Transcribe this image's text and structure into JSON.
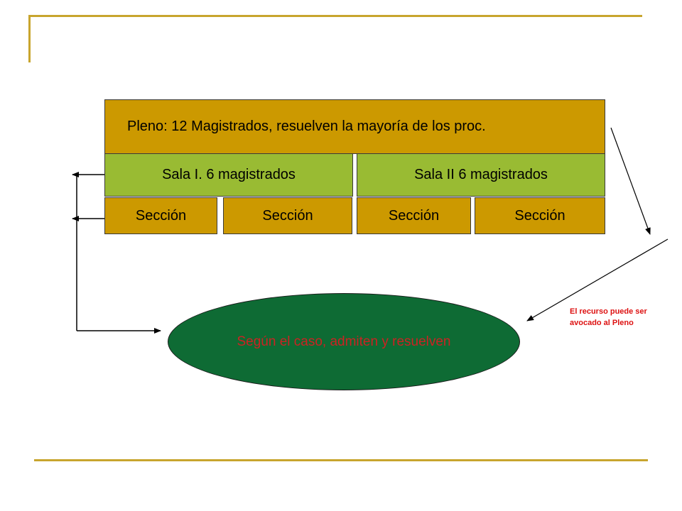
{
  "pleno": {
    "label": "Pleno: 12 Magistrados, resuelven la mayoría de los proc."
  },
  "salas": [
    {
      "label": "Sala I. 6 magistrados"
    },
    {
      "label": "Sala II 6 magistrados"
    }
  ],
  "secciones": [
    {
      "label": "Sección"
    },
    {
      "label": "Sección"
    },
    {
      "label": "Sección"
    },
    {
      "label": "Sección"
    }
  ],
  "ellipse": {
    "label": "Según el caso, admiten y resuelven"
  },
  "note": {
    "label": "El recurso puede ser avocado al Pleno"
  },
  "colors": {
    "frame": "#c8a52e",
    "pleno": "#cc9900",
    "sala": "#99bb33",
    "ellipse": "#0e6b34",
    "accent_text": "#dd1111"
  }
}
